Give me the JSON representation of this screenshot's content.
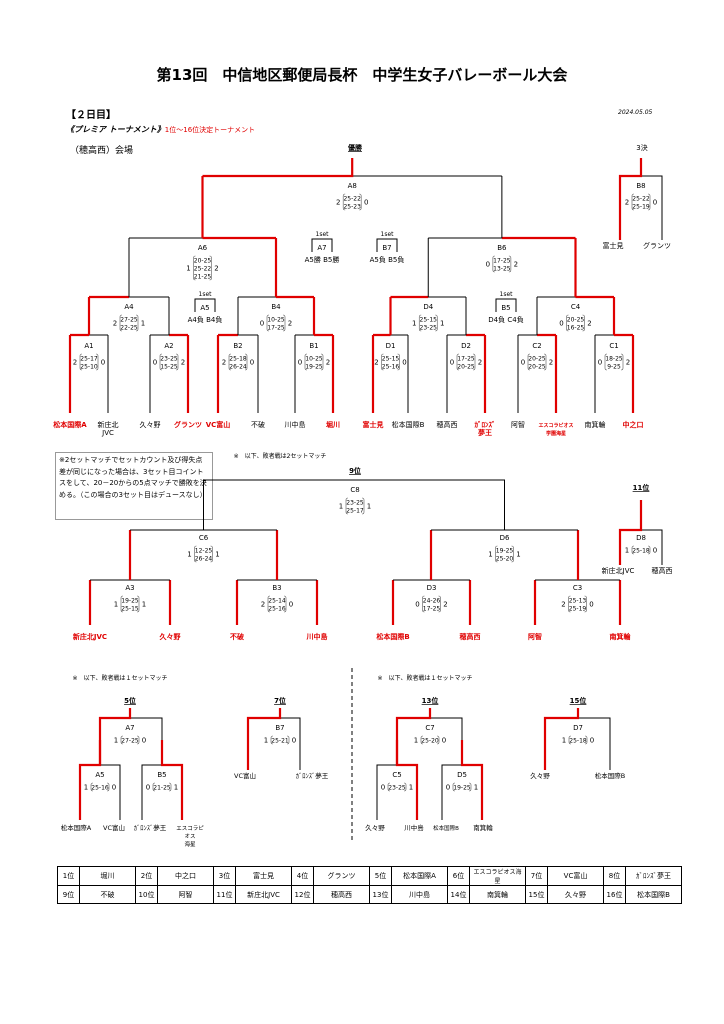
{
  "title": "第13回　中信地区郵便局長杯　中学生女子バレーボール大会",
  "day": "【２日目】",
  "date": "2024.05.05",
  "section": "《プレミア トーナメント》",
  "section_sub": "1位～16位決定トーナメント",
  "venue": "（穂高西）会場",
  "labels": {
    "champion": "優勝",
    "third": "3決",
    "ninth": "9位",
    "eleventh": "11位",
    "fifth": "5位",
    "seventh": "7位",
    "thirteenth": "13位",
    "fifteenth": "15位",
    "one_set": "1set",
    "a7_note": "A5勝 B5勝",
    "b7_note": "A5負 B5負",
    "a5_note": "A4負 B4負",
    "b5_note": "D4負 C4負",
    "note_losers_2set": "※　以下、敗者戦は2セットマッチ",
    "note_losers_1set_a": "※　以下、敗者戦は１セットマッチ",
    "note_losers_1set_b": "※　以下、敗者戦は１セットマッチ",
    "rule_box": "※2セットマッチでセットカウント及び得失点差が同じになった場合は、3セット目コイントスをして、20－20からの5点マッチで勝敗を決める。（この場合の3セット目はデュースなし）"
  },
  "teams_top": [
    "松本国際A",
    "新庄北JVC",
    "久々野",
    "グランツ",
    "VC富山",
    "不破",
    "川中島",
    "堀川",
    "富士見",
    "松本国際B",
    "穂高西",
    "ｶﾞﾛﾝｽﾞ夢王",
    "阿智",
    "エスコラピオス学園海星",
    "南箕輪",
    "中之口"
  ],
  "teams_third": [
    "富士見",
    "グランツ"
  ],
  "teams_9": [
    "新庄北JVC",
    "久々野",
    "不破",
    "川中島",
    "松本国際B",
    "穂高西",
    "阿智",
    "南箕輪"
  ],
  "teams_11": [
    "新庄北JVC",
    "穂高西"
  ],
  "teams_5": [
    "松本国際A",
    "VC富山",
    "ｶﾞﾛﾝｽﾞ夢王",
    "エスコラピオス海星"
  ],
  "teams_7": [
    "VC富山",
    "ｶﾞﾛﾝｽﾞ夢王"
  ],
  "teams_13": [
    "久々野",
    "川中島",
    "松本国際B",
    "南箕輪"
  ],
  "teams_15": [
    "久々野",
    "松本国際B"
  ],
  "matches": {
    "A8": {
      "name": "A8",
      "left": "2",
      "right": "0",
      "scores": [
        "25-22",
        "25-23"
      ]
    },
    "B8": {
      "name": "B8",
      "left": "2",
      "right": "0",
      "scores": [
        "25-22",
        "25-19"
      ]
    },
    "A7": {
      "name": "A7"
    },
    "B7": {
      "name": "B7"
    },
    "A6": {
      "name": "A6",
      "left": "1",
      "right": "2",
      "scores": [
        "20-25",
        "25-22",
        "21-25"
      ]
    },
    "B6": {
      "name": "B6",
      "left": "0",
      "right": "2",
      "scores": [
        "17-25",
        "13-25"
      ]
    },
    "A5": {
      "name": "A5"
    },
    "B5": {
      "name": "B5"
    },
    "A4": {
      "name": "A4",
      "left": "2",
      "right": "1",
      "scores": [
        "27-25",
        "22-25"
      ]
    },
    "B4": {
      "name": "B4",
      "left": "0",
      "right": "2",
      "scores": [
        "10-25",
        "17-25"
      ]
    },
    "D4": {
      "name": "D4",
      "left": "1",
      "right": "1",
      "scores": [
        "25-15",
        "23-25"
      ]
    },
    "C4": {
      "name": "C4",
      "left": "0",
      "right": "2",
      "scores": [
        "20-25",
        "16-25"
      ]
    },
    "A1": {
      "name": "A1",
      "left": "2",
      "right": "0",
      "scores": [
        "25-17",
        "25-10"
      ]
    },
    "A2": {
      "name": "A2",
      "left": "0",
      "right": "2",
      "scores": [
        "23-25",
        "15-25"
      ]
    },
    "B2": {
      "name": "B2",
      "left": "2",
      "right": "0",
      "scores": [
        "25-18",
        "26-24"
      ]
    },
    "B1": {
      "name": "B1",
      "left": "0",
      "right": "2",
      "scores": [
        "10-25",
        "19-25"
      ]
    },
    "D1": {
      "name": "D1",
      "left": "2",
      "right": "0",
      "scores": [
        "25-15",
        "25-16"
      ]
    },
    "D2": {
      "name": "D2",
      "left": "0",
      "right": "2",
      "scores": [
        "17-25",
        "20-25"
      ]
    },
    "C2": {
      "name": "C2",
      "left": "0",
      "right": "2",
      "scores": [
        "20-25",
        "20-25"
      ]
    },
    "C1": {
      "name": "C1",
      "left": "0",
      "right": "2",
      "scores": [
        "18-25",
        "9-25"
      ]
    },
    "C8": {
      "name": "C8",
      "left": "1",
      "right": "1",
      "scores": [
        "23-25",
        "25-17"
      ]
    },
    "D8": {
      "name": "D8",
      "left": "1",
      "right": "0",
      "scores": [
        "25-18"
      ]
    },
    "C6": {
      "name": "C6",
      "left": "1",
      "right": "1",
      "scores": [
        "12-25",
        "26-24"
      ]
    },
    "D6": {
      "name": "D6",
      "left": "1",
      "right": "1",
      "scores": [
        "19-25",
        "25-20"
      ]
    },
    "A3": {
      "name": "A3",
      "left": "1",
      "right": "1",
      "scores": [
        "19-25",
        "25-15"
      ]
    },
    "B3": {
      "name": "B3",
      "left": "2",
      "right": "0",
      "scores": [
        "25-14",
        "25-16"
      ]
    },
    "D3": {
      "name": "D3",
      "left": "0",
      "right": "2",
      "scores": [
        "24-26",
        "17-25"
      ]
    },
    "C3": {
      "name": "C3",
      "left": "2",
      "right": "0",
      "scores": [
        "25-13",
        "25-19"
      ]
    },
    "A7b": {
      "name": "A7",
      "left": "1",
      "right": "0",
      "scores": [
        "27-25"
      ]
    },
    "A5b": {
      "name": "A5",
      "left": "1",
      "right": "0",
      "scores": [
        "25-16"
      ]
    },
    "B5b": {
      "name": "B5",
      "left": "0",
      "right": "1",
      "scores": [
        "21-25"
      ]
    },
    "B7b": {
      "name": "B7",
      "left": "1",
      "right": "0",
      "scores": [
        "25-21"
      ]
    },
    "C7": {
      "name": "C7",
      "left": "1",
      "right": "0",
      "scores": [
        "25-20"
      ]
    },
    "C5": {
      "name": "C5",
      "left": "0",
      "right": "1",
      "scores": [
        "23-25"
      ]
    },
    "D5": {
      "name": "D5",
      "left": "0",
      "right": "1",
      "scores": [
        "19-25"
      ]
    },
    "D7": {
      "name": "D7",
      "left": "1",
      "right": "0",
      "scores": [
        "25-18"
      ]
    }
  },
  "ranking": [
    [
      {
        "pos": "1位",
        "team": "堀川"
      },
      {
        "pos": "2位",
        "team": "中之口"
      },
      {
        "pos": "3位",
        "team": "富士見"
      },
      {
        "pos": "4位",
        "team": "グランツ"
      },
      {
        "pos": "5位",
        "team": "松本国際A"
      },
      {
        "pos": "6位",
        "team": "エスコラピオス海星"
      },
      {
        "pos": "7位",
        "team": "VC富山"
      },
      {
        "pos": "8位",
        "team": "ｶﾞﾛﾝｽﾞ夢王"
      }
    ],
    [
      {
        "pos": "9位",
        "team": "不破"
      },
      {
        "pos": "10位",
        "team": "阿智"
      },
      {
        "pos": "11位",
        "team": "新庄北JVC"
      },
      {
        "pos": "12位",
        "team": "穂高西"
      },
      {
        "pos": "13位",
        "team": "川中島"
      },
      {
        "pos": "14位",
        "team": "南箕輪"
      },
      {
        "pos": "15位",
        "team": "久々野"
      },
      {
        "pos": "16位",
        "team": "松本国際B"
      }
    ]
  ],
  "colors": {
    "winner_line": "#e00000",
    "normal_line": "#000000",
    "winner_text": "#e00000"
  }
}
